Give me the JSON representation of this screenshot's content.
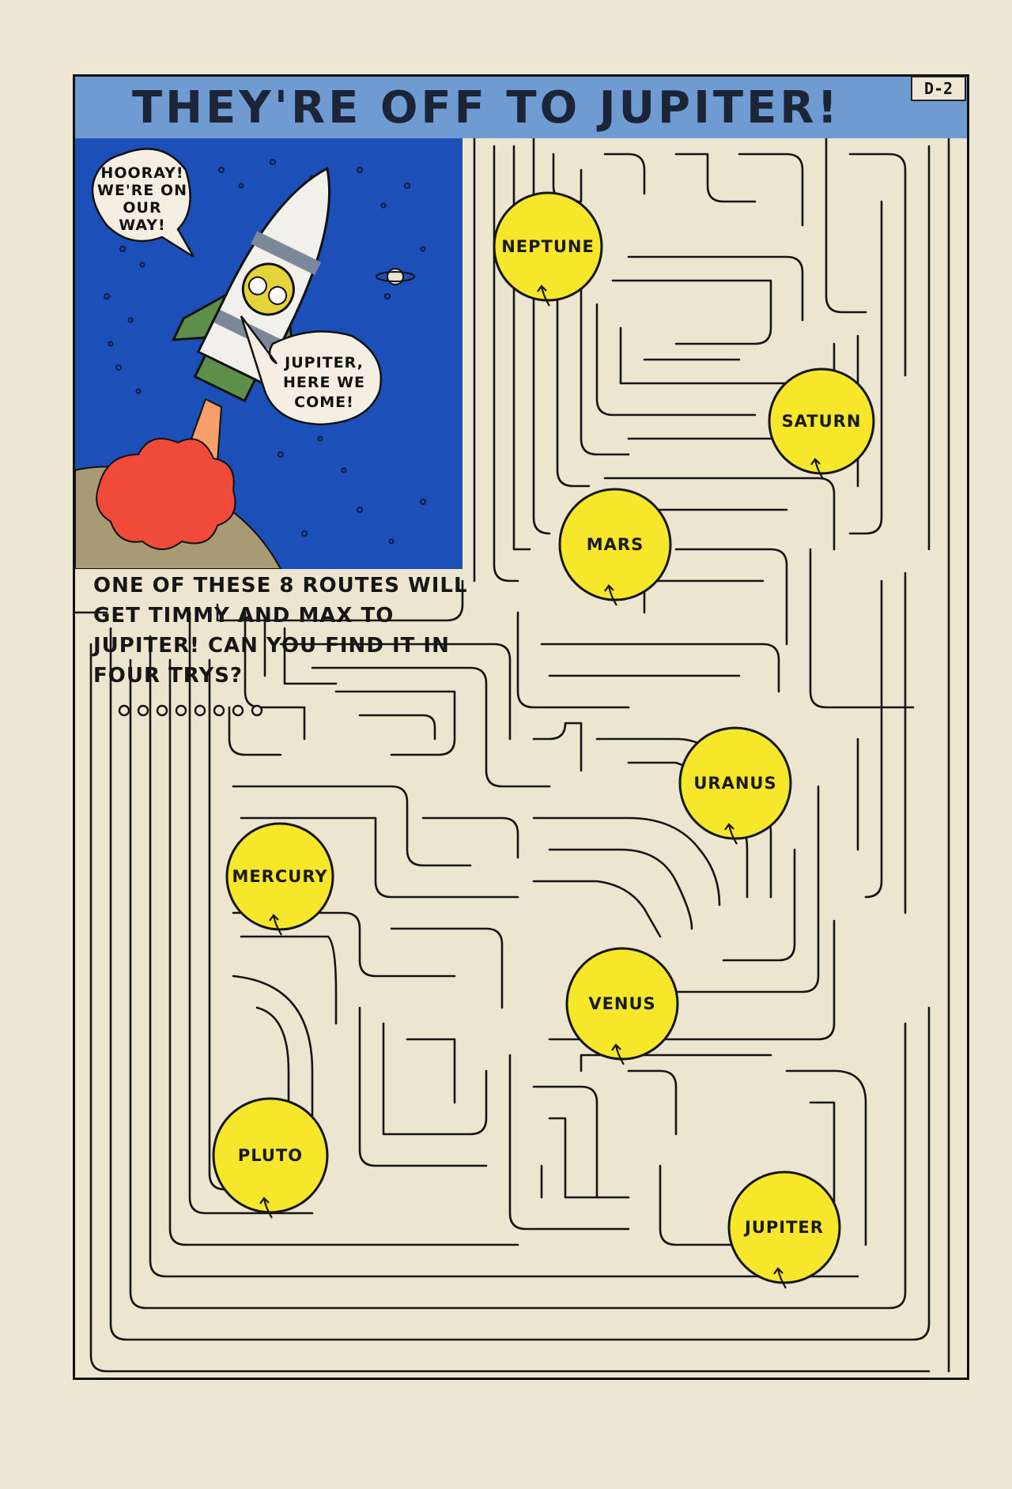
{
  "title": "THEY'RE OFF TO JUPITER!",
  "page_code": "D-2",
  "speech_bubbles": {
    "first": [
      "HOORAY!",
      "WE'RE ON",
      "OUR",
      "WAY!"
    ],
    "second": [
      "JUPITER,",
      "HERE WE",
      "COME!"
    ]
  },
  "instructions": "ONE OF THESE 8 ROUTES WILL GET TIMMY AND MAX TO JUPITER! CAN YOU FIND IT IN FOUR TRYS?",
  "start_points_count": 8,
  "planets": [
    {
      "name": "NEPTUNE"
    },
    {
      "name": "SATURN"
    },
    {
      "name": "MARS"
    },
    {
      "name": "URANUS"
    },
    {
      "name": "MERCURY"
    },
    {
      "name": "VENUS"
    },
    {
      "name": "PLUTO"
    },
    {
      "name": "JUPITER"
    }
  ],
  "colors": {
    "paper": "#ede7d3",
    "title_band": "#6f9ad2",
    "space": "#1d4fb8",
    "planet": "#f6e72b",
    "ink": "#151515",
    "flame": "#f04a3a"
  }
}
